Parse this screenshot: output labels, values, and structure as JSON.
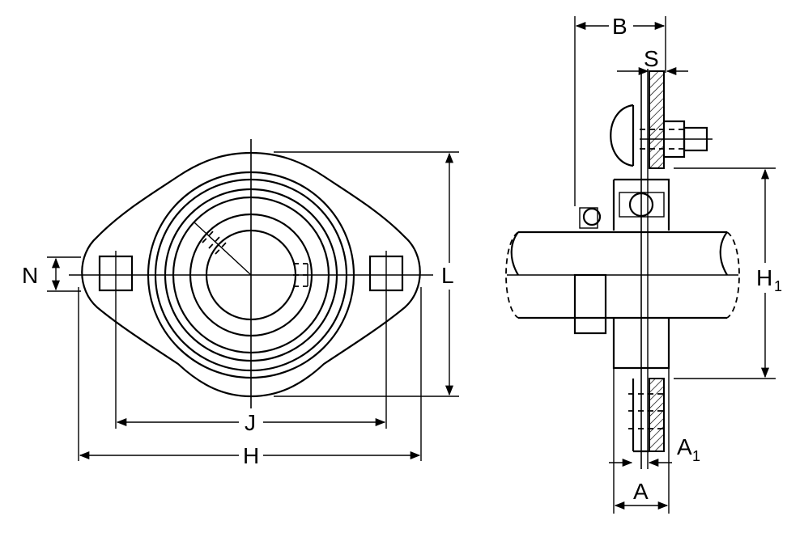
{
  "labels": {
    "N": "N",
    "L": "L",
    "J": "J",
    "H": "H",
    "B": "B",
    "S": "S",
    "H1_main": "H",
    "H1_sub": "1",
    "A1_main": "A",
    "A1_sub": "1",
    "A": "A"
  }
}
